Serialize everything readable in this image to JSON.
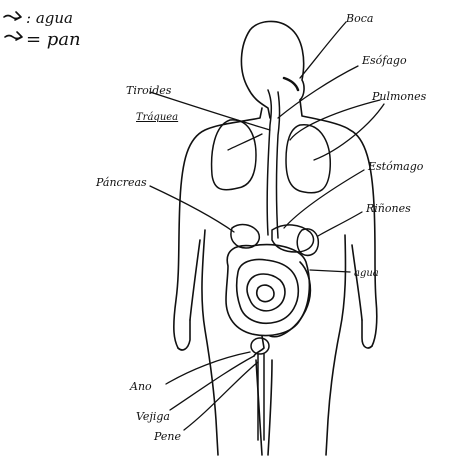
{
  "legend": [
    {
      "arrow": "⇝",
      "label": ": agua"
    },
    {
      "arrow": "⇝",
      "label": "= pan"
    }
  ],
  "labels": {
    "boca": "Boca",
    "esofago": "Esófago",
    "pulmones": "Pulmones",
    "tiroides": "Tiroides",
    "tiroides_underline": "Tráquea",
    "estomago": "Estómago",
    "pancreas": "Páncreas",
    "rinones": "Riñones",
    "agua": "agua",
    "ano": "Ano",
    "vejiga": "Vejiga",
    "pene": "Pene"
  }
}
